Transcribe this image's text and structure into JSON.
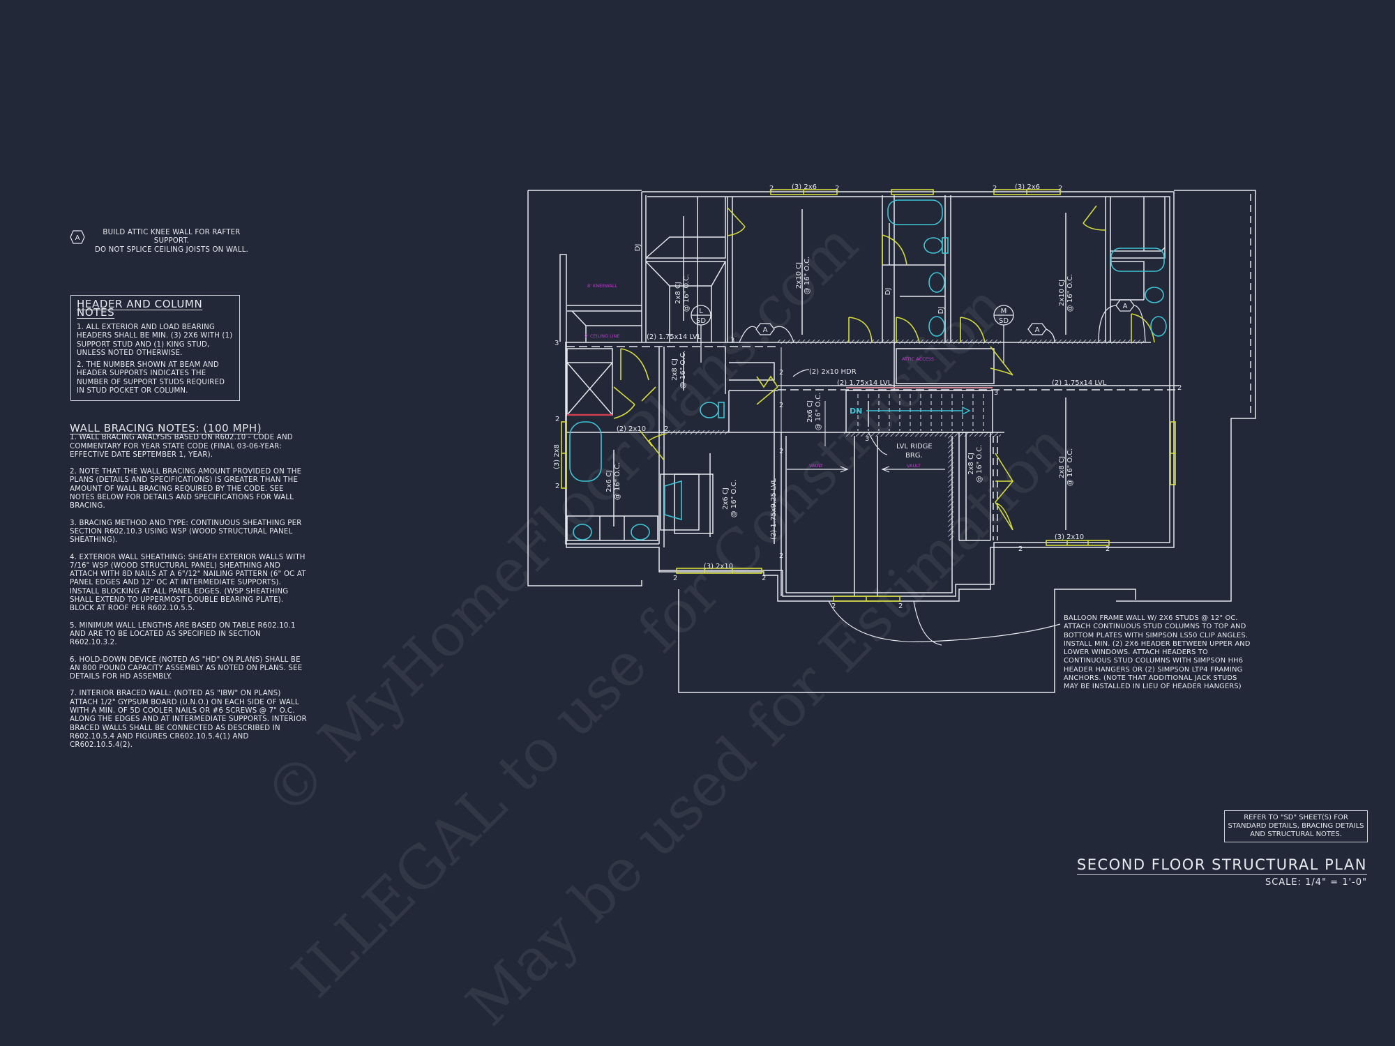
{
  "sheet": {
    "title": "SECOND FLOOR STRUCTURAL PLAN",
    "scale": "SCALE: 1/4\" = 1'-0\""
  },
  "colors": {
    "background": "#232838",
    "linework": "#e6e8ee",
    "windows_doors": "#d6dc3a",
    "fixtures": "#3ec6d6",
    "annotation_magenta": "#c03ad0",
    "highlight_red": "#d04050"
  },
  "keynote_a": {
    "symbol": "A",
    "text": "BUILD ATTIC KNEE WALL FOR RAFTER SUPPORT.\nDO NOT SPLICE CEILING JOISTS ON WALL."
  },
  "header_column_notes": {
    "title": "HEADER AND COLUMN NOTES",
    "items": [
      "1. ALL EXTERIOR AND LOAD BEARING HEADERS SHALL BE MIN. (3) 2x6 WITH (1) SUPPORT STUD AND (1) KING STUD, UNLESS NOTED OTHERWISE.",
      "2. THE NUMBER SHOWN AT BEAM AND HEADER SUPPORTS INDICATES THE NUMBER OF SUPPORT STUDS REQUIRED IN STUD POCKET OR COLUMN."
    ]
  },
  "wall_bracing_notes": {
    "title": "WALL BRACING NOTES: (100 MPH)",
    "items": [
      "1. WALL BRACING ANALYSIS BASED ON R602.10 - CODE AND COMMENTARY FOR YEAR STATE CODE (FINAL 03-06-YEAR: EFFECTIVE DATE SEPTEMBER 1, YEAR).",
      "2. NOTE THAT THE WALL BRACING AMOUNT PROVIDED ON THE PLANS (DETAILS AND SPECIFICATIONS) IS GREATER THAN THE AMOUNT OF WALL BRACING REQUIRED BY THE CODE. SEE NOTES BELOW FOR DETAILS AND SPECIFICATIONS FOR WALL BRACING.",
      "3. BRACING METHOD AND TYPE: CONTINUOUS SHEATHING PER SECTION R602.10.3 USING WSP (WOOD STRUCTURAL PANEL SHEATHING).",
      "4. EXTERIOR WALL SHEATHING: SHEATH EXTERIOR WALLS WITH 7/16\" WSP (WOOD STRUCTURAL PANEL) SHEATHING AND ATTACH WITH 8d NAILS AT A 6\"/12\" NAILING PATTERN (6\" OC AT PANEL EDGES AND 12\" OC AT INTERMEDIATE SUPPORTS). INSTALL BLOCKING AT ALL PANEL EDGES. (WSP SHEATHING SHALL EXTEND TO UPPERMOST DOUBLE BEARING PLATE). BLOCK AT ROOF PER R602.10.5.5.",
      "5. MINIMUM WALL LENGTHS ARE BASED ON TABLE R602.10.1 AND ARE TO BE LOCATED AS SPECIFIED IN SECTION R602.10.3.2.",
      "6. HOLD-DOWN DEVICE (NOTED AS \"HD\" ON PLANS) SHALL BE AN 800 POUND CAPACITY ASSEMBLY AS NOTED ON PLANS. SEE DETAILS FOR HD ASSEMBLY.",
      "7. INTERIOR BRACED WALL: (NOTED AS \"IBW\" ON PLANS) ATTACH 1/2\" GYPSUM BOARD (U.N.O.) ON EACH SIDE OF WALL WITH A MIN. OF 5d COOLER NAILS OR #6 SCREWS @ 7\" O.C. ALONG THE EDGES AND AT INTERMEDIATE SUPPORTS. INTERIOR BRACED WALLS SHALL BE CONNECTED AS DESCRIBED IN R602.10.5.4 AND FIGURES CR602.10.5.4(1) AND CR602.10.5.4(2)."
    ]
  },
  "balloon_frame_note": "BALLOON FRAME WALL w/ 2x6 STUDS @ 12\" OC. ATTACH CONTINUOUS STUD COLUMNS TO TOP AND BOTTOM PLATES WITH SIMPSON LS50 CLIP ANGLES. INSTALL MIN. (2) 2x6 HEADER BETWEEN UPPER AND LOWER WINDOWS. ATTACH HEADERS TO CONTINUOUS STUD COLUMNS WITH SIMPSON HH6 HEADER HANGERS OR (2) SIMPSON LTP4 FRAMING ANCHORS. (NOTE THAT ADDITIONAL JACK STUDS MAY BE INSTALLED IN LIEU OF HEADER HANGERS)",
  "refer_note": "REFER TO \"SD\" SHEET(S) FOR STANDARD DETAILS, BRACING DETAILS AND STRUCTURAL NOTES.",
  "plan_labels": {
    "hdr_3_2x6_a": "(3) 2x6",
    "hdr_3_2x6_b": "(3) 2x6",
    "hdr_3_2x10_right": "(3) 2x10",
    "hdr_3_2x10_bottom": "(3) 2x10",
    "hdr_3_2x8": "(3) 2x8",
    "hdr_2_2x10": "(2) 2x10",
    "hdr_2_2x10_hdr": "(2) 2x10 HDR",
    "lvl_1": "(2) 1.75x14 LVL",
    "lvl_2": "(2) 1.75x14 LVL",
    "lvl_3": "(2) 1.75x14 LVL",
    "lvl_925": "(2) 1.75x9.25 LVL",
    "cj_2x10": "2x10 CJ",
    "cj_2x8": "2x8 CJ",
    "cj_2x6": "2x6 CJ",
    "oc_16": "@ 16\" O.C.",
    "dj": "DJ",
    "kneewall": "8' KNEEWALL",
    "ceiling_line": "9' CEILING LINE",
    "attic_access": "ATTIC ACCESS",
    "vault": "VAULT",
    "dn": "DN",
    "lvl_ridge": "LVL RIDGE",
    "brg": "BRG.",
    "sect_l": "L",
    "sect_m": "M",
    "sd": "SD",
    "key_a": "A",
    "n2": "2",
    "n3": "3"
  },
  "watermark": {
    "line1": "© MyHomeFloorPlans.com",
    "line2": "ILLEGAL to use for Construction",
    "line3": "May be used for Estimation"
  }
}
